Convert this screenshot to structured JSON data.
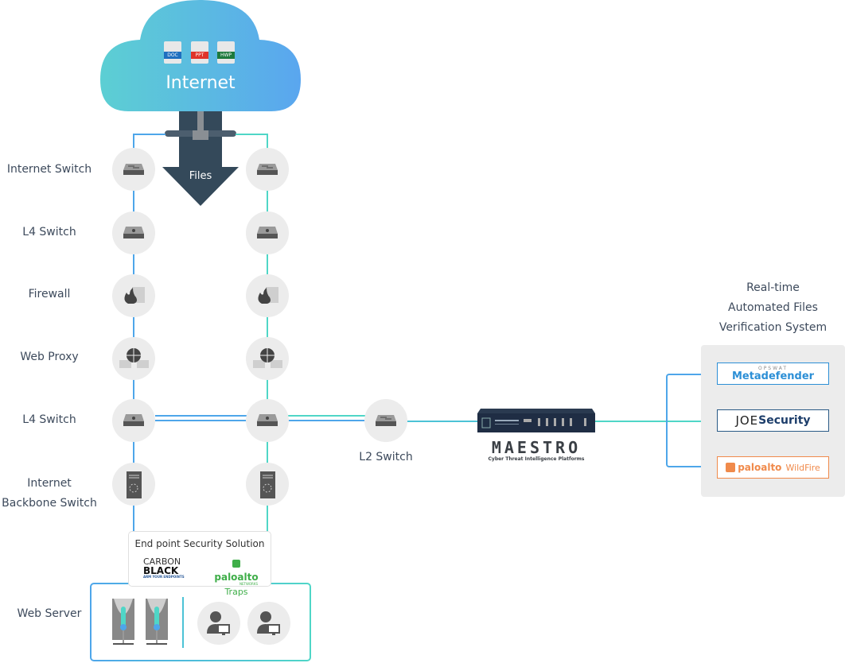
{
  "cloud": {
    "title": "Internet",
    "file_types": [
      {
        "label": "DOC",
        "color": "#1f6fbf"
      },
      {
        "label": "PPT",
        "color": "#e0342a"
      },
      {
        "label": "HWP",
        "color": "#1e7a3d"
      }
    ]
  },
  "flow_arrow": {
    "label": "Files"
  },
  "layers": [
    {
      "label": "Internet Switch",
      "icon": "switch-icon"
    },
    {
      "label": "L4 Switch",
      "icon": "l4-switch-icon"
    },
    {
      "label": "Firewall",
      "icon": "firewall-icon"
    },
    {
      "label": "Web Proxy",
      "icon": "web-proxy-icon"
    },
    {
      "label": "L4 Switch",
      "icon": "l4-switch-icon"
    },
    {
      "label": "Internet Backbone Switch",
      "icon": "backbone-switch-icon"
    }
  ],
  "l2_switch": {
    "label": "L2 Switch"
  },
  "maestro": {
    "name": "MAESTRO",
    "subtitle": "Cyber Threat Intelligence Platforms"
  },
  "verification": {
    "title_lines": [
      "Real-time",
      "Automated Files",
      "Verification System"
    ],
    "vendors": [
      {
        "brand": "OPSWAT",
        "product": "Metadefender",
        "color": "#2c8fd6"
      },
      {
        "brand": "JOE",
        "product": "Security",
        "color": "#2a5a86"
      },
      {
        "brand": "paloalto",
        "product": "WildFire",
        "color": "#f08a4b"
      }
    ]
  },
  "endpoint": {
    "title": "End point Security Solution",
    "carbon_black": {
      "line1": "CARBON",
      "line2": "BLACK",
      "tagline": "ARM YOUR ENDPOINTS"
    },
    "paloalto": {
      "name": "paloalto",
      "sub": "NETWORKS",
      "product": "Traps",
      "color": "#3fae49"
    }
  },
  "web_server": {
    "label": "Web Server"
  },
  "colors": {
    "left_path": "#4ea6ea",
    "right_path": "#4fd6c7",
    "arrow": "#34495a",
    "node_bg": "#ececec"
  }
}
